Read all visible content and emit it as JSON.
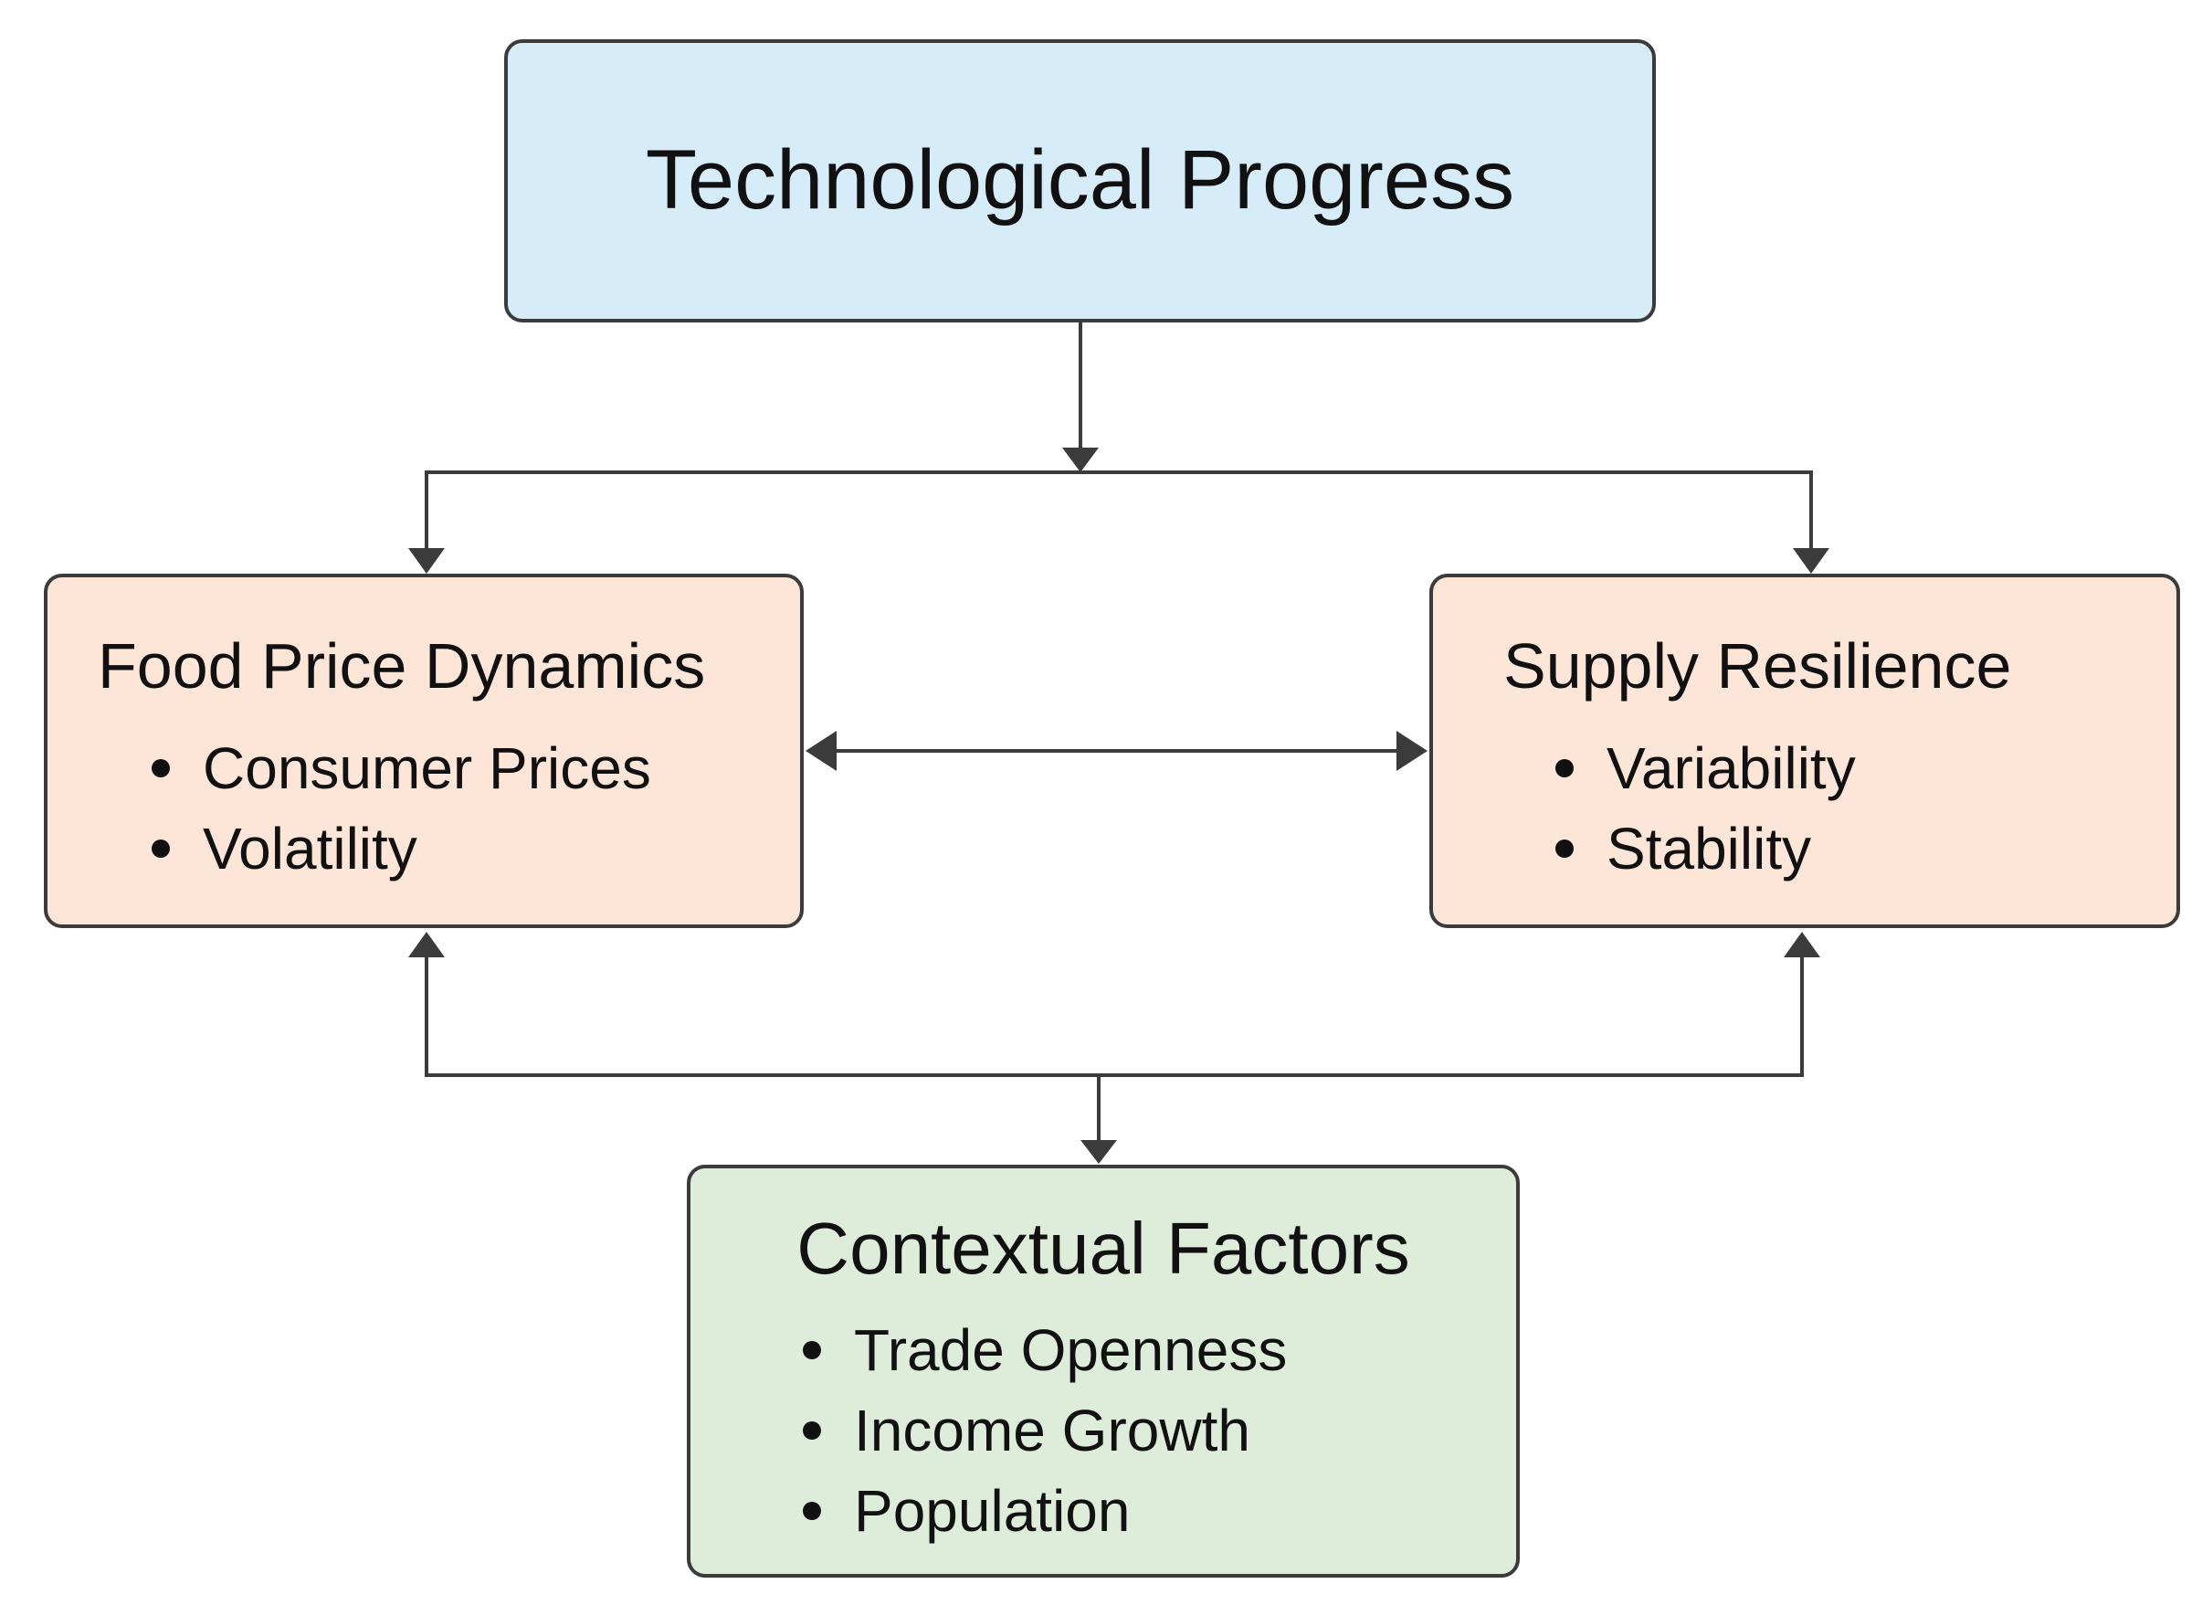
{
  "diagram": {
    "nodes": {
      "tech": {
        "title": "Technological Progress",
        "fill": "#d6edf9"
      },
      "food": {
        "title": "Food Price Dynamics",
        "fill": "#fde6d8",
        "bullets": [
          "Consumer Prices",
          "Volatility"
        ]
      },
      "supply": {
        "title": "Supply Resilience",
        "fill": "#fde6d8",
        "bullets": [
          "Variability",
          "Stability"
        ]
      },
      "context": {
        "title": "Contextual Factors",
        "fill": "#deedd9",
        "bullets": [
          "Trade Openness",
          "Income Growth",
          "Population"
        ]
      }
    },
    "edges": [
      {
        "from": "tech",
        "to": "food"
      },
      {
        "from": "tech",
        "to": "supply"
      },
      {
        "from": "food",
        "to": "supply",
        "bidirectional": true
      },
      {
        "from": "context",
        "to": "food"
      },
      {
        "from": "context",
        "to": "supply"
      }
    ],
    "line_color": "#3b3b3b"
  }
}
